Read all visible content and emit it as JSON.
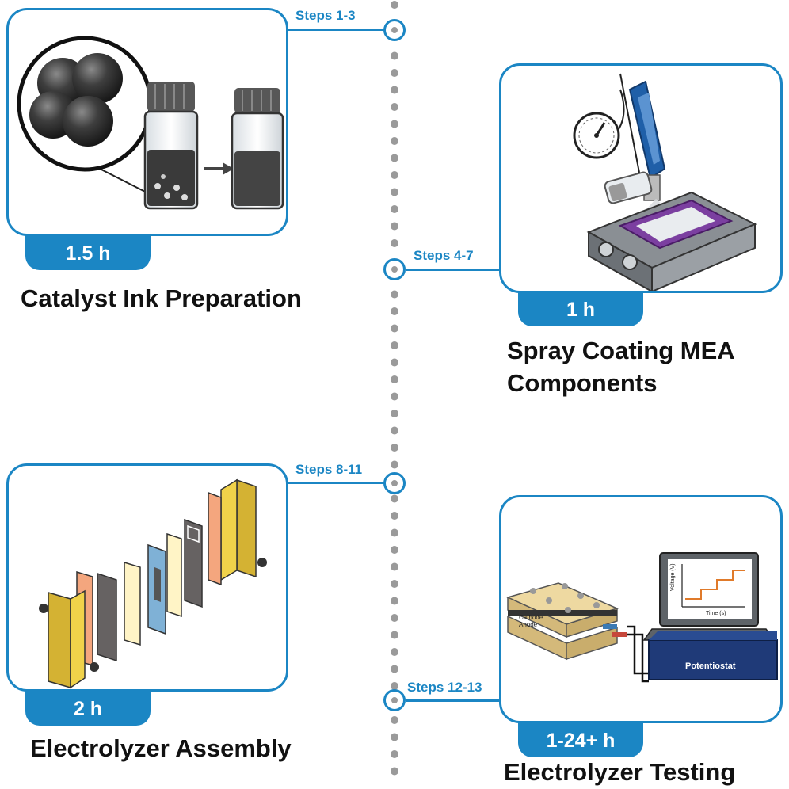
{
  "stages": [
    {
      "title": "Catalyst Ink Preparation",
      "duration": "1.5 h",
      "steps": "Steps 1-3"
    },
    {
      "title_line1": "Spray Coating MEA",
      "title_line2": "Components",
      "duration": "1 h",
      "steps": "Steps 4-7"
    },
    {
      "title": "Electrolyzer Assembly",
      "duration": "2 h",
      "steps": "Steps 8-11"
    },
    {
      "title": "Electrolyzer Testing",
      "duration": "1-24+ h",
      "steps": "Steps 12-13"
    }
  ],
  "testing_labels": {
    "cathode": "Cathode",
    "anode": "Anode",
    "potentiostat": "Potentiostat",
    "plot_ylabel": "Voltage (V)",
    "plot_xlabel": "Time (s)"
  },
  "colors": {
    "accent": "#1b86c4",
    "timeline_dots": "#9a9a9a",
    "flow_plate": "#f0d24a",
    "gasket": "#f4a67e",
    "gdl": "#666262",
    "membrane": "#7fb1d6",
    "potentiostat": "#1f3a78"
  }
}
